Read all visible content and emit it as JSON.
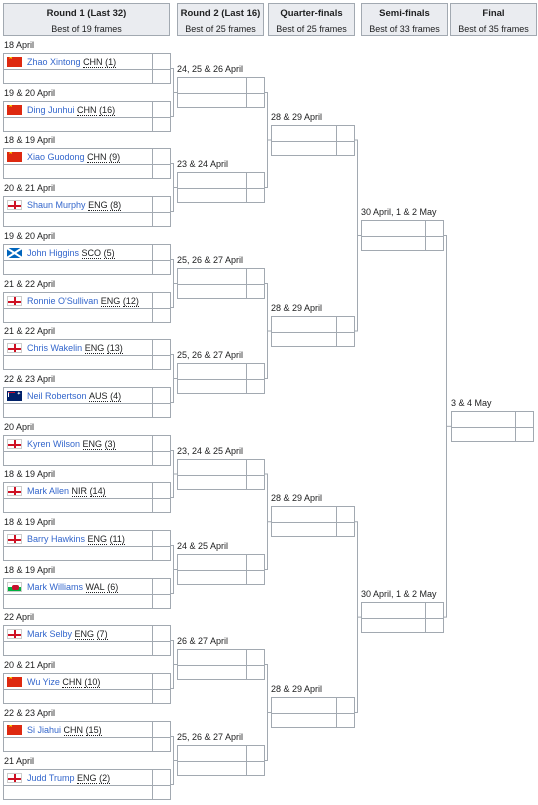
{
  "headers": [
    {
      "title": "Round 1 (Last 32)",
      "sub": "Best of 19 frames"
    },
    {
      "title": "Round 2 (Last 16)",
      "sub": "Best of 25 frames"
    },
    {
      "title": "Quarter-finals",
      "sub": "Best of 25 frames"
    },
    {
      "title": "Semi-finals",
      "sub": "Best of 33 frames"
    },
    {
      "title": "Final",
      "sub": "Best of 35 frames"
    }
  ],
  "r1_dates": [
    "18 April",
    "19 & 20 April",
    "18 & 19 April",
    "20 & 21 April",
    "19 & 20 April",
    "21 & 22 April",
    "21 & 22 April",
    "22 & 23 April",
    "20 April",
    "18 & 19 April",
    "18 & 19 April",
    "18 & 19 April",
    "22 April",
    "20 & 21 April",
    "22 & 23 April",
    "21 April"
  ],
  "players": [
    {
      "name": "Zhao Xintong",
      "code": "CHN",
      "seed": "(1)",
      "flag": "chn"
    },
    {
      "name": "Ding Junhui",
      "code": "CHN",
      "seed": "(16)",
      "flag": "chn"
    },
    {
      "name": "Xiao Guodong",
      "code": "CHN",
      "seed": "(9)",
      "flag": "chn"
    },
    {
      "name": "Shaun Murphy",
      "code": "ENG",
      "seed": "(8)",
      "flag": "eng"
    },
    {
      "name": "John Higgins",
      "code": "SCO",
      "seed": "(5)",
      "flag": "sco"
    },
    {
      "name": "Ronnie O'Sullivan",
      "code": "ENG",
      "seed": "(12)",
      "flag": "eng"
    },
    {
      "name": "Chris Wakelin",
      "code": "ENG",
      "seed": "(13)",
      "flag": "eng"
    },
    {
      "name": "Neil Robertson",
      "code": "AUS",
      "seed": "(4)",
      "flag": "aus"
    },
    {
      "name": "Kyren Wilson",
      "code": "ENG",
      "seed": "(3)",
      "flag": "eng"
    },
    {
      "name": "Mark Allen",
      "code": "NIR",
      "seed": "(14)",
      "flag": "nir"
    },
    {
      "name": "Barry Hawkins",
      "code": "ENG",
      "seed": "(11)",
      "flag": "eng"
    },
    {
      "name": "Mark Williams",
      "code": "WAL",
      "seed": "(6)",
      "flag": "wal"
    },
    {
      "name": "Mark Selby",
      "code": "ENG",
      "seed": "(7)",
      "flag": "eng"
    },
    {
      "name": "Wu Yize",
      "code": "CHN",
      "seed": "(10)",
      "flag": "chn"
    },
    {
      "name": "Si Jiahui",
      "code": "CHN",
      "seed": "(15)",
      "flag": "chn"
    },
    {
      "name": "Judd Trump",
      "code": "ENG",
      "seed": "(2)",
      "flag": "eng"
    }
  ],
  "r2_dates": [
    "24, 25 & 26 April",
    "23 & 24 April",
    "25, 26 & 27 April",
    "25, 26 & 27 April",
    "23, 24 & 25 April",
    "24 & 25 April",
    "26 & 27 April",
    "25, 26 & 27 April"
  ],
  "qf_dates": [
    "28 & 29 April",
    "28 & 29 April",
    "28 & 29 April",
    "28 & 29 April"
  ],
  "sf_dates": [
    "30 April, 1 & 2 May",
    "30 April, 1 & 2 May"
  ],
  "final_date": "3 & 4 May"
}
